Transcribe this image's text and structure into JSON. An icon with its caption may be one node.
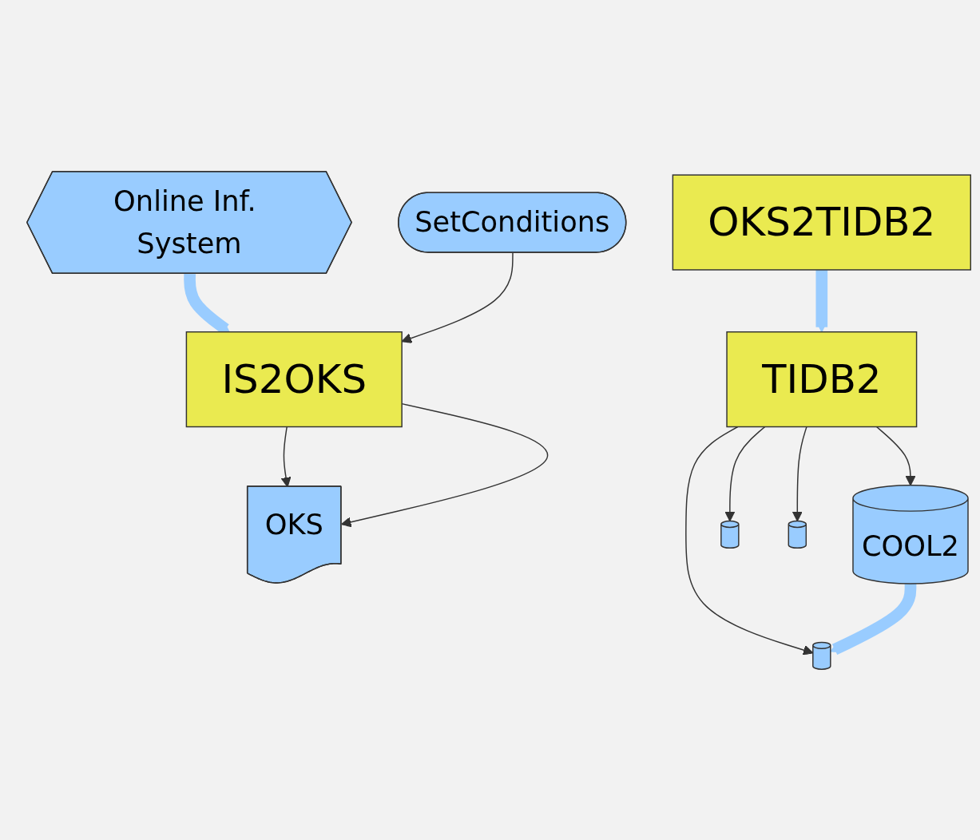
{
  "diagram": {
    "nodes": [
      {
        "text": [
          "Online Inf. System"
        ]
      },
      {
        "text": [
          "SetConditions"
        ]
      },
      {
        "text": [
          "IS2OKS"
        ]
      },
      {
        "text": [
          "OKS"
        ]
      },
      {
        "text": [
          "OKS2TIDB2"
        ]
      },
      {
        "text": [
          "TIDB2"
        ]
      },
      {
        "text": [
          "COOL2"
        ]
      },
      {
        "text": [],
        "shape": "cylinder"
      },
      {
        "text": [],
        "shape": "cylinder"
      },
      {
        "text": [],
        "shape": "cylinder"
      }
    ],
    "edges": [
      {
        "from": 0,
        "to": 2,
        "arrow": "to",
        "style": "thick",
        "color": "#99ccff"
      },
      {
        "from": 1,
        "to": 2,
        "arrow": "to"
      },
      {
        "from": 2,
        "to": 3,
        "arrow": "to"
      },
      {
        "from": 2,
        "to": 3,
        "arrow": "to"
      },
      {
        "from": 4,
        "to": 5,
        "arrow": "to",
        "style": "thick",
        "color": "#99ccff"
      },
      {
        "from": 5,
        "to": 6,
        "arrow": "to"
      },
      {
        "from": 5,
        "to": 7,
        "arrow": "to"
      },
      {
        "from": 5,
        "to": 8,
        "arrow": "to"
      },
      {
        "from": 5,
        "to": 9,
        "arrow": "to"
      },
      {
        "from": 6,
        "to": 7,
        "arrow": "to",
        "style": "thick",
        "color": "#99ccff"
      }
    ]
  }
}
